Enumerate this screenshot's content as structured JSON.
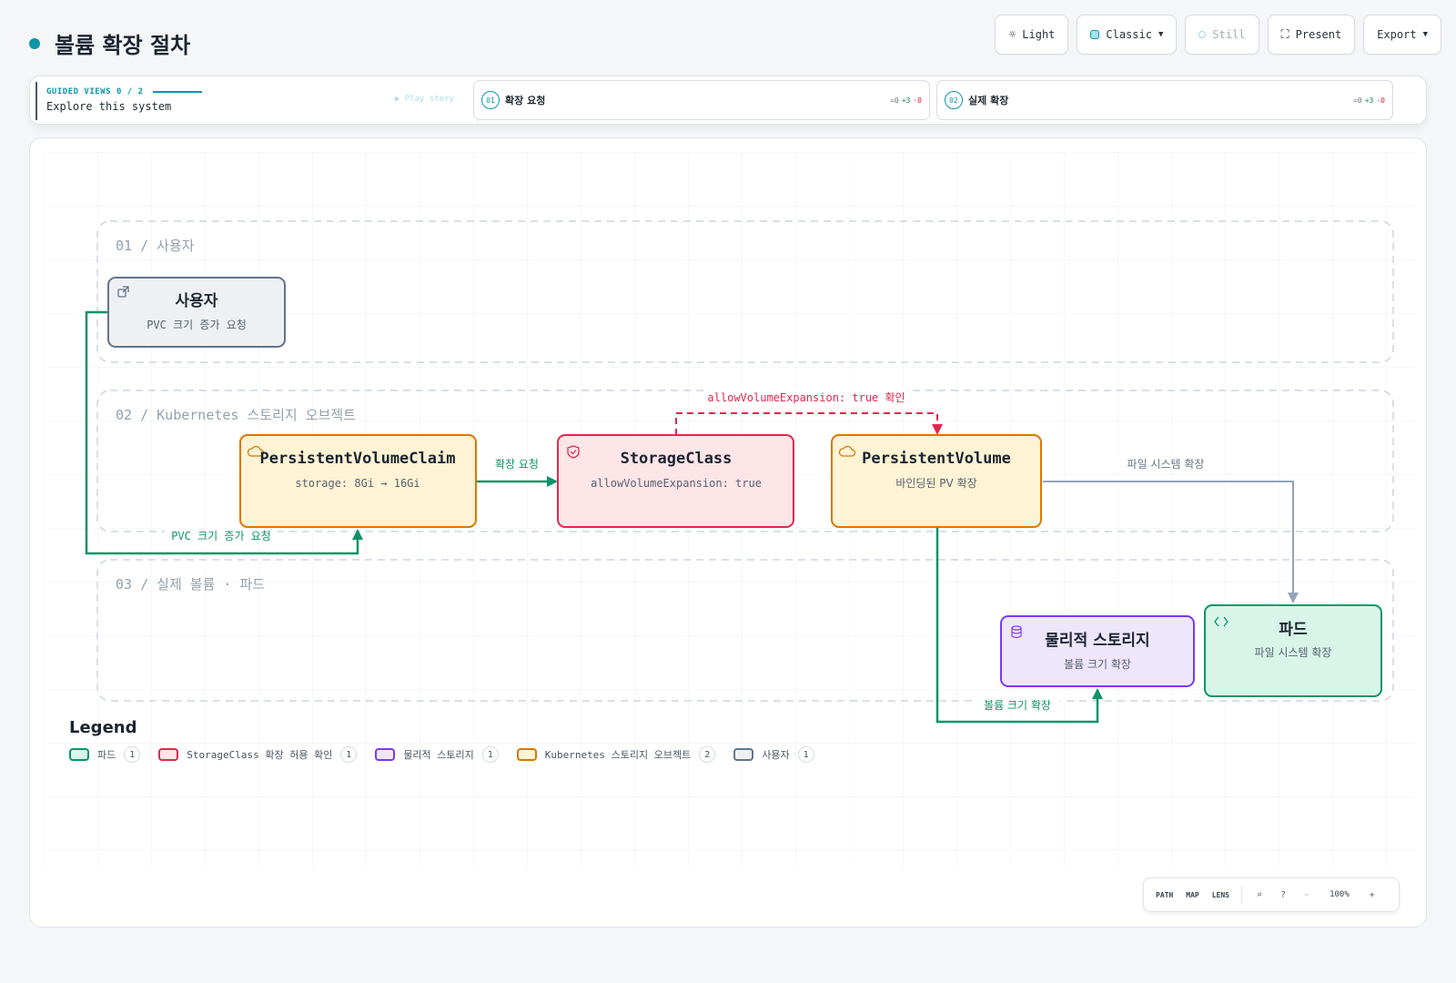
{
  "page": {
    "title": "볼륨 확장 절차"
  },
  "toolbar": {
    "light": "Light",
    "classic": "Classic",
    "still": "Still",
    "present": "Present",
    "export": "Export"
  },
  "guide": {
    "header": "GUIDED VIEWS 0 / 2",
    "subtitle": "Explore this system",
    "play": "▶ Play story",
    "steps": [
      {
        "num": "01",
        "label": "확장 요청",
        "eq": "=0",
        "plus": "+3",
        "minus": "-0"
      },
      {
        "num": "02",
        "label": "실제 확장",
        "eq": "=0",
        "plus": "+3",
        "minus": "-0"
      }
    ]
  },
  "diagram": {
    "lanes": [
      {
        "label": "01 / 사용자"
      },
      {
        "label": "02 / Kubernetes 스토리지 오브젝트"
      },
      {
        "label": "03 / 실제 볼륨 · 파드"
      }
    ],
    "nodes": [
      {
        "id": "user",
        "title": "사용자",
        "subtitle": "PVC 크기 증가 요청",
        "icon": "external-link-icon",
        "stroke": "#64748b",
        "fill": "#eef0f3",
        "iconColor": "#64748b"
      },
      {
        "id": "pvc",
        "title": "PersistentVolumeClaim",
        "subtitle": "storage: 8Gi → 16Gi",
        "icon": "cloud-icon",
        "stroke": "#d97706",
        "fill": "#fef3d4",
        "iconColor": "#d97706"
      },
      {
        "id": "sc",
        "title": "StorageClass",
        "subtitle": "allowVolumeExpansion: true",
        "icon": "shield-icon",
        "stroke": "#e0284f",
        "fill": "#fde5e8",
        "iconColor": "#e0284f"
      },
      {
        "id": "pv",
        "title": "PersistentVolume",
        "subtitle": "바인딩된 PV 확장",
        "icon": "cloud-icon",
        "stroke": "#d97706",
        "fill": "#fef3d4",
        "iconColor": "#d97706"
      },
      {
        "id": "storage",
        "title": "물리적 스토리지",
        "subtitle": "볼륨 크기 확장",
        "icon": "database-icon",
        "stroke": "#7c3aed",
        "fill": "#ede6fd",
        "iconColor": "#7c3aed"
      },
      {
        "id": "pod",
        "title": "파드",
        "subtitle": "파일 시스템 확장",
        "icon": "code-icon",
        "stroke": "#059669",
        "fill": "#d9f5e9",
        "iconColor": "#059669"
      }
    ],
    "edges": [
      {
        "id": "e1",
        "label": "PVC 크기 증가 요청",
        "color": "#0c9467"
      },
      {
        "id": "e2",
        "label": "확장 요청",
        "color": "#0c9467"
      },
      {
        "id": "e3",
        "label": "allowVolumeExpansion: true 확인",
        "color": "#e0284f"
      },
      {
        "id": "e4",
        "label": "파일 시스템 확장",
        "color": "#94a3b8"
      },
      {
        "id": "e5",
        "label": "볼륨 크기 확장",
        "color": "#0c9467"
      }
    ]
  },
  "legend": {
    "title": "Legend",
    "items": [
      {
        "label": "파드",
        "count": "1",
        "stroke": "#059669",
        "fill": "#d9f5e9"
      },
      {
        "label": "StorageClass 확장 허용 확인",
        "count": "1",
        "stroke": "#e0284f",
        "fill": "#fde5e8"
      },
      {
        "label": "물리적 스토리지",
        "count": "1",
        "stroke": "#7c3aed",
        "fill": "#ede6fd"
      },
      {
        "label": "Kubernetes 스토리지 오브젝트",
        "count": "2",
        "stroke": "#d97706",
        "fill": "#fef3d4"
      },
      {
        "label": "사용자",
        "count": "1",
        "stroke": "#64748b",
        "fill": "#eef0f3"
      }
    ]
  },
  "zoom": {
    "path": "PATH",
    "map": "MAP",
    "lens": "LENS",
    "level": "100%",
    "minus": "−",
    "plus": "+"
  }
}
